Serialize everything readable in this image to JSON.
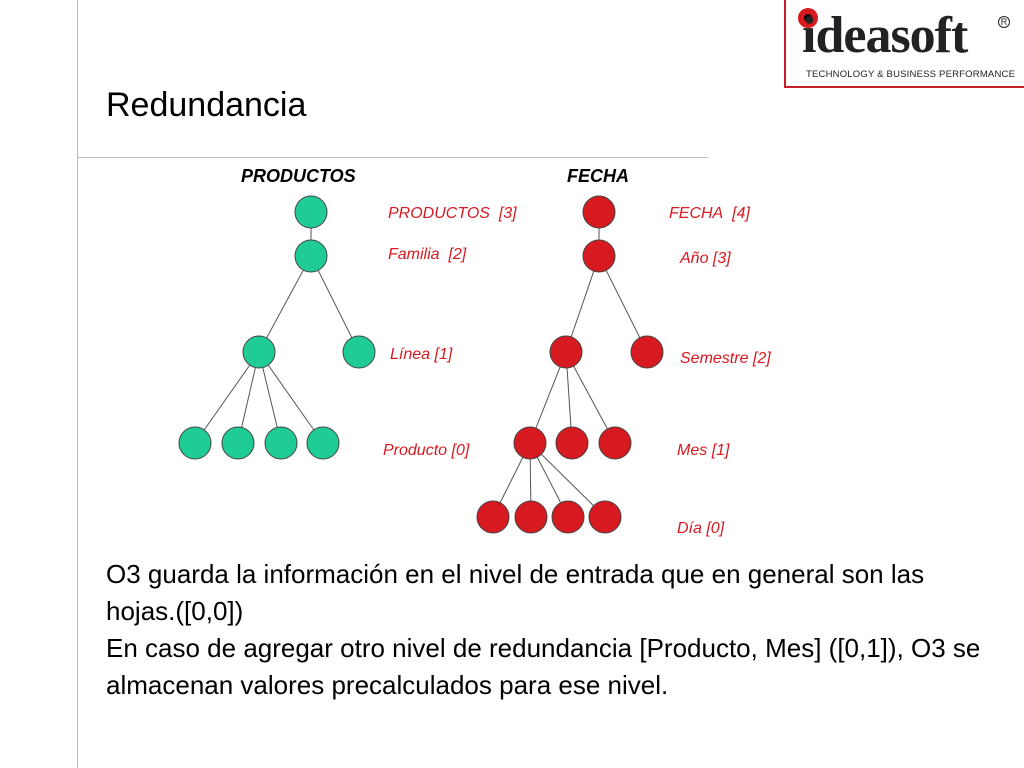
{
  "slide": {
    "title": "Redundancia"
  },
  "logo": {
    "word": "ideasoft",
    "tagline": "TECHNOLOGY & BUSINESS PERFORMANCE",
    "registered": "R"
  },
  "colors": {
    "productos_node": "#1fcc96",
    "fecha_node": "#d71920",
    "label_red": "#d71920",
    "divider": "#bdbdbd"
  },
  "diagram": {
    "productos": {
      "heading": "PRODUCTOS",
      "levels": [
        {
          "name": "PRODUCTOS",
          "level": "[3]"
        },
        {
          "name": "Familia",
          "level": "[2]"
        },
        {
          "name": "Línea",
          "level": "[1]"
        },
        {
          "name": "Producto",
          "level": "[0]"
        }
      ]
    },
    "fecha": {
      "heading": "FECHA",
      "levels": [
        {
          "name": "FECHA",
          "level": "[4]"
        },
        {
          "name": "Año",
          "level": "[3]"
        },
        {
          "name": "Semestre",
          "level": "[2]"
        },
        {
          "name": "Mes",
          "level": "[1]"
        },
        {
          "name": "Día",
          "level": "[0]"
        }
      ]
    }
  },
  "body": {
    "line1": "O3 guarda la información en el nivel de entrada que en general son las hojas.([0,0])",
    "line2": "En caso de agregar otro nivel de redundancia [Producto, Mes] ([0,1]), O3 se almacenan valores precalculados para ese nivel."
  }
}
